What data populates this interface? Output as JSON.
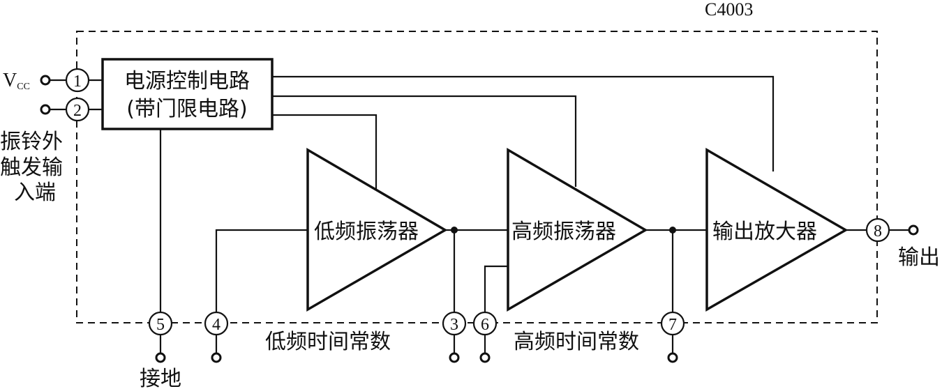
{
  "chip": {
    "model": "C4003"
  },
  "power_block": {
    "line1": "电源控制电路",
    "line2": "(带门限电路)"
  },
  "amplifiers": {
    "low_osc": "低频振荡器",
    "high_osc": "高频振荡器",
    "output_amp": "输出放大器"
  },
  "pins": {
    "p1": "1",
    "p2": "2",
    "p3": "3",
    "p4": "4",
    "p5": "5",
    "p6": "6",
    "p7": "7",
    "p8": "8"
  },
  "labels": {
    "vcc_main": "V",
    "vcc_sub": "CC",
    "trigger": [
      "振铃外",
      "触发输",
      "入端"
    ],
    "ground": "接地",
    "output": "输出",
    "low_time_const": "低频时间常数",
    "high_time_const": "高频时间常数"
  }
}
